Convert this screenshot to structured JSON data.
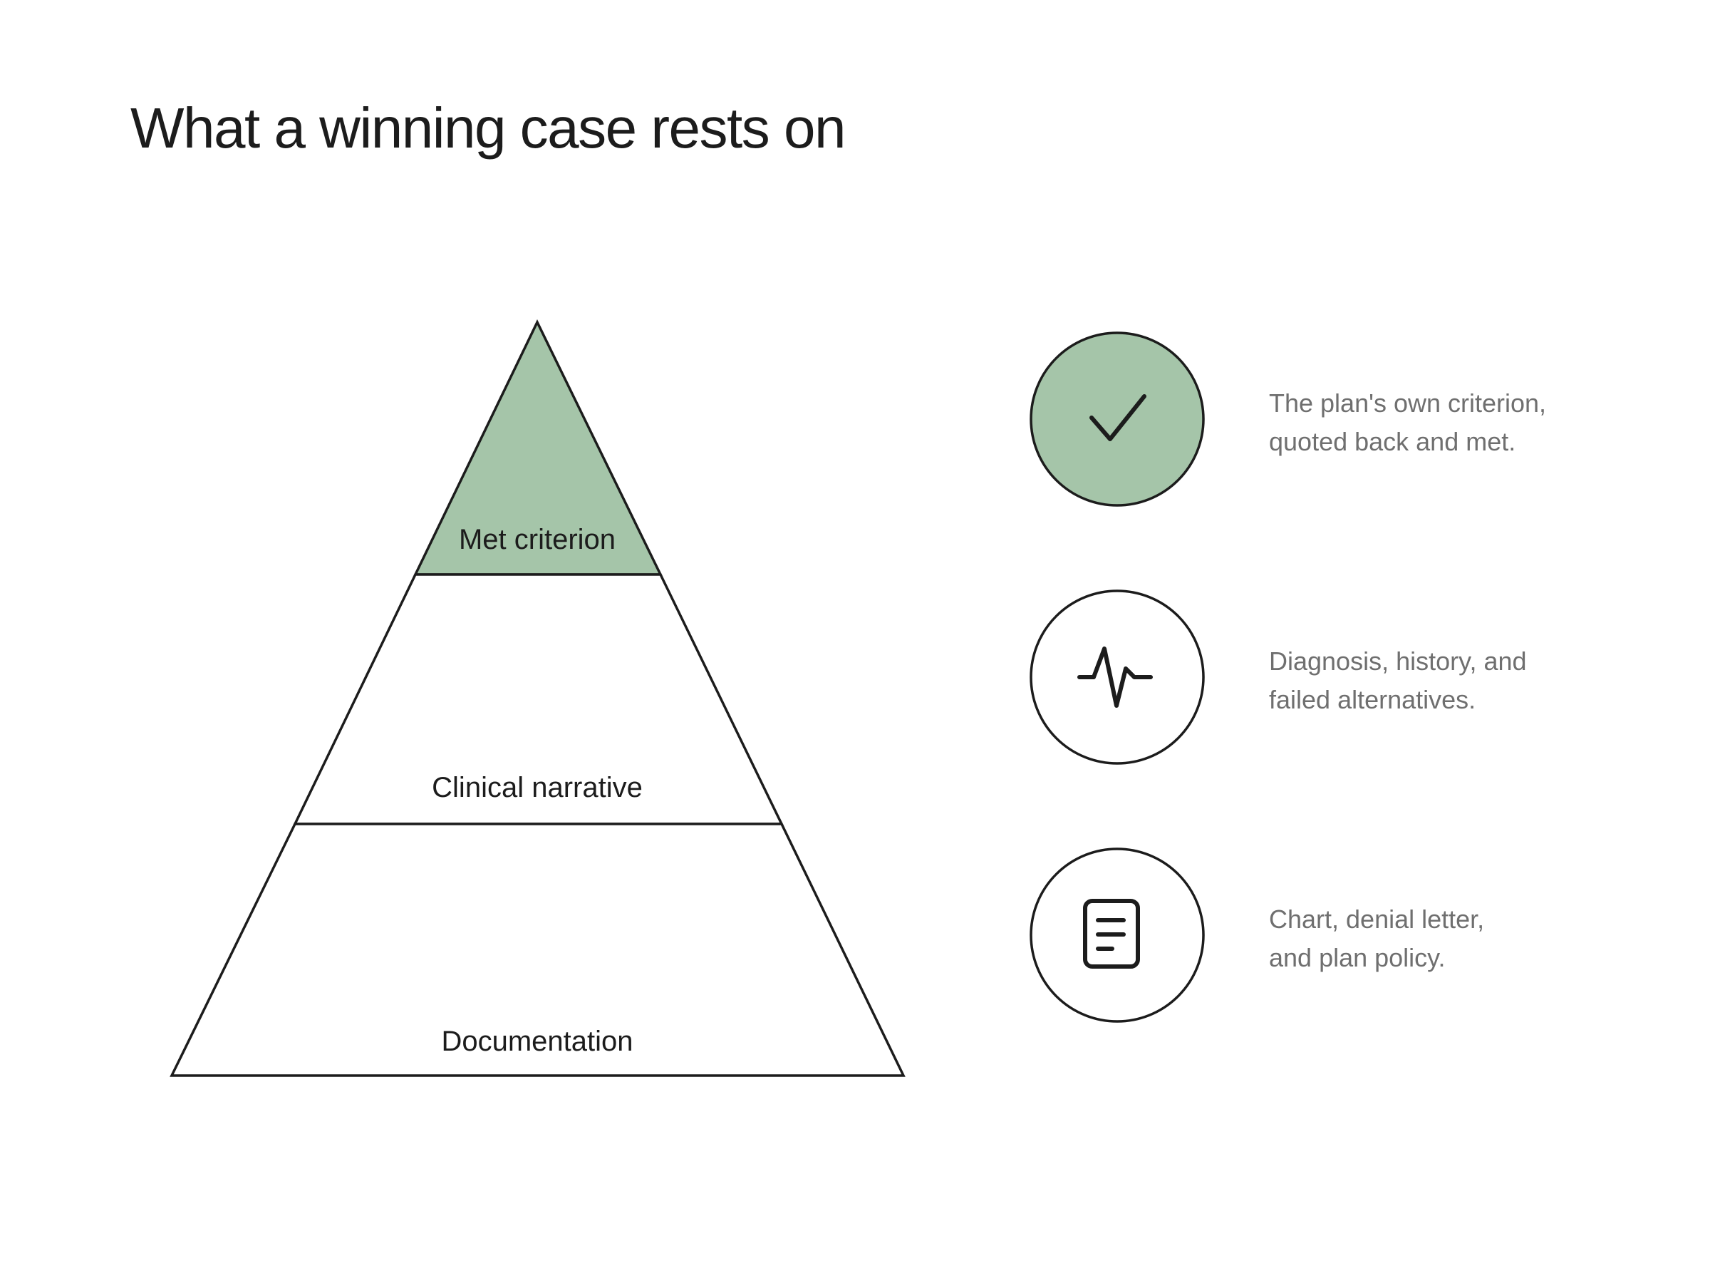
{
  "page": {
    "title": "What a winning case rests on"
  },
  "colors": {
    "accent_fill": "#a5c5a9",
    "stroke": "#1c1c1c",
    "text": "#1c1c1c",
    "muted_text": "#6f6f6f",
    "background": "#ffffff"
  },
  "pyramid": {
    "tiers": [
      {
        "label": "Met criterion",
        "highlighted": true
      },
      {
        "label": "Clinical narrative",
        "highlighted": false
      },
      {
        "label": "Documentation",
        "highlighted": false
      }
    ]
  },
  "legend": {
    "items": [
      {
        "icon": "checkmark-icon",
        "highlighted": true,
        "lines": [
          "The plan's own criterion,",
          "quoted back and met."
        ]
      },
      {
        "icon": "pulse-icon",
        "highlighted": false,
        "lines": [
          "Diagnosis, history, and",
          "failed alternatives."
        ]
      },
      {
        "icon": "document-icon",
        "highlighted": false,
        "lines": [
          "Chart, denial letter,",
          "and plan policy."
        ]
      }
    ]
  }
}
